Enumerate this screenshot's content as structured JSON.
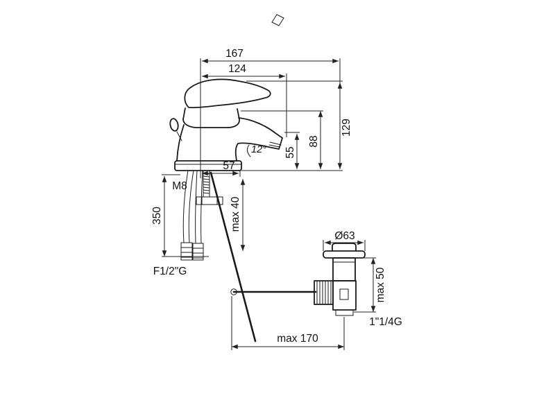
{
  "colors": {
    "background": "#ffffff",
    "line": "#1a1a1a",
    "text": "#111111"
  },
  "dimensions": {
    "total_width": "167",
    "spout_reach": "124",
    "total_height": "129",
    "spout_height": "88",
    "outlet_clearance": "55",
    "spout_angle": "12°",
    "base_depth": "57",
    "rod_thread": "M8",
    "hose_length": "350",
    "max_deck_thickness": "max 40",
    "hose_thread": "F1/2\"G",
    "drain_diameter": "Ø63",
    "drain_max_height": "max 50",
    "drain_thread": "1\"1/4G",
    "rod_max_length": "max 170"
  }
}
